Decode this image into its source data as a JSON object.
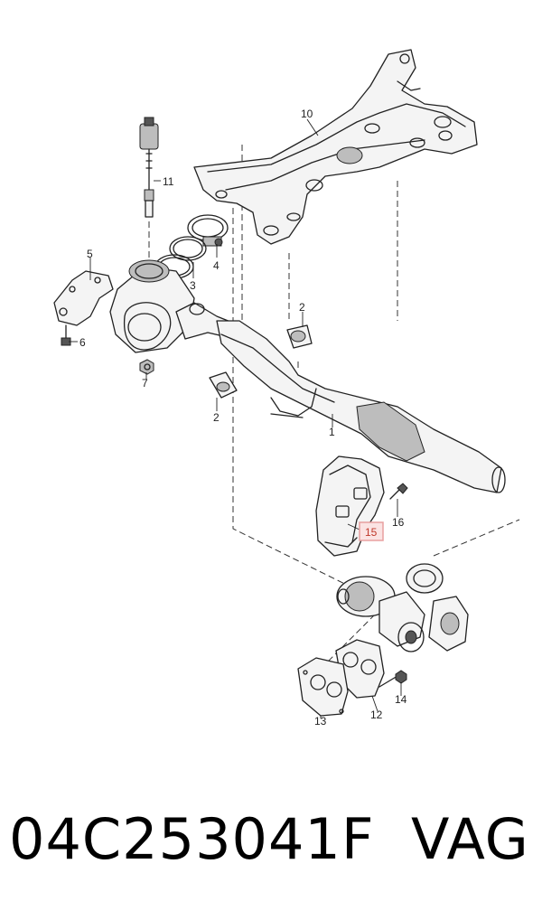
{
  "diagram": {
    "callouts": [
      {
        "id": "c10",
        "label": "10"
      },
      {
        "id": "c11",
        "label": "11"
      },
      {
        "id": "c4",
        "label": "4"
      },
      {
        "id": "c3",
        "label": "3"
      },
      {
        "id": "c5",
        "label": "5"
      },
      {
        "id": "c6",
        "label": "6"
      },
      {
        "id": "c7",
        "label": "7"
      },
      {
        "id": "c2a",
        "label": "2"
      },
      {
        "id": "c2b",
        "label": "2"
      },
      {
        "id": "c1",
        "label": "1"
      },
      {
        "id": "c16",
        "label": "16"
      },
      {
        "id": "c15",
        "label": "15"
      },
      {
        "id": "c14",
        "label": "14"
      },
      {
        "id": "c13",
        "label": "13"
      },
      {
        "id": "c12",
        "label": "12"
      }
    ],
    "highlighted_callout": "15",
    "highlight_color": "#e8a0a0"
  },
  "footer": {
    "part_number": "04C253041F",
    "brand": "VAG"
  }
}
